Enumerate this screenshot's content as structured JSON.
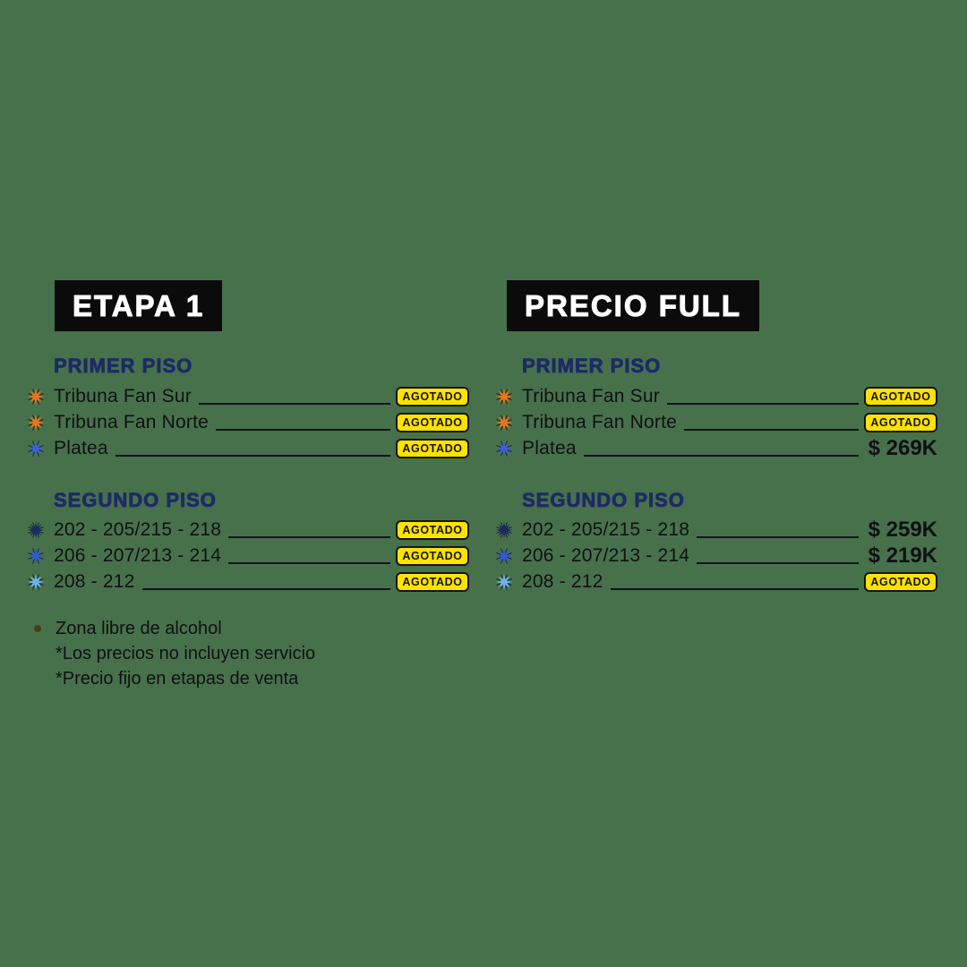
{
  "colors": {
    "background": "#47714B",
    "header_box_bg": "#0B0B0B",
    "header_box_text": "#FFFFFF",
    "section_title": "#1C2B66",
    "badge_bg": "#FFE200",
    "badge_text": "#141414",
    "leader_line": "#12121E",
    "note_bullet": "#4A3D15"
  },
  "icons": {
    "row_marker": "starburst-icon",
    "note_marker": "dot-icon"
  },
  "columns": [
    {
      "header": "ETAPA 1",
      "sections": [
        {
          "title": "PRIMER PISO",
          "rows": [
            {
              "icon_color": "#E8761B",
              "label": "Tribuna Fan Sur",
              "status": "AGOTADO"
            },
            {
              "icon_color": "#E8761B",
              "label": "Tribuna Fan Norte",
              "status": "AGOTADO"
            },
            {
              "icon_color": "#3A63D0",
              "label": "Platea",
              "status": "AGOTADO"
            }
          ]
        },
        {
          "title": "SEGUNDO PISO",
          "rows": [
            {
              "icon_color": "#1B2B66",
              "label": "202 - 205/215 - 218",
              "status": "AGOTADO"
            },
            {
              "icon_color": "#2F5ECC",
              "label": "206 - 207/213 - 214",
              "status": "AGOTADO"
            },
            {
              "icon_color": "#6FB3E8",
              "label": "208 - 212",
              "status": "AGOTADO"
            }
          ]
        }
      ]
    },
    {
      "header": "PRECIO FULL",
      "sections": [
        {
          "title": "PRIMER PISO",
          "rows": [
            {
              "icon_color": "#E8761B",
              "label": "Tribuna Fan Sur",
              "status": "AGOTADO"
            },
            {
              "icon_color": "#E8761B",
              "label": "Tribuna Fan Norte",
              "status": "AGOTADO"
            },
            {
              "icon_color": "#3A63D0",
              "label": "Platea",
              "status": "$ 269K"
            }
          ]
        },
        {
          "title": "SEGUNDO PISO",
          "rows": [
            {
              "icon_color": "#1B2B66",
              "label": "202 - 205/215 - 218",
              "status": "$ 259K"
            },
            {
              "icon_color": "#2F5ECC",
              "label": "206 - 207/213 - 214",
              "status": "$ 219K"
            },
            {
              "icon_color": "#6FB3E8",
              "label": "208 - 212",
              "status": "AGOTADO"
            }
          ]
        }
      ]
    }
  ],
  "notes": {
    "lines": [
      "Zona libre de alcohol",
      "*Los precios no incluyen servicio",
      "*Precio fijo en etapas de venta"
    ]
  }
}
